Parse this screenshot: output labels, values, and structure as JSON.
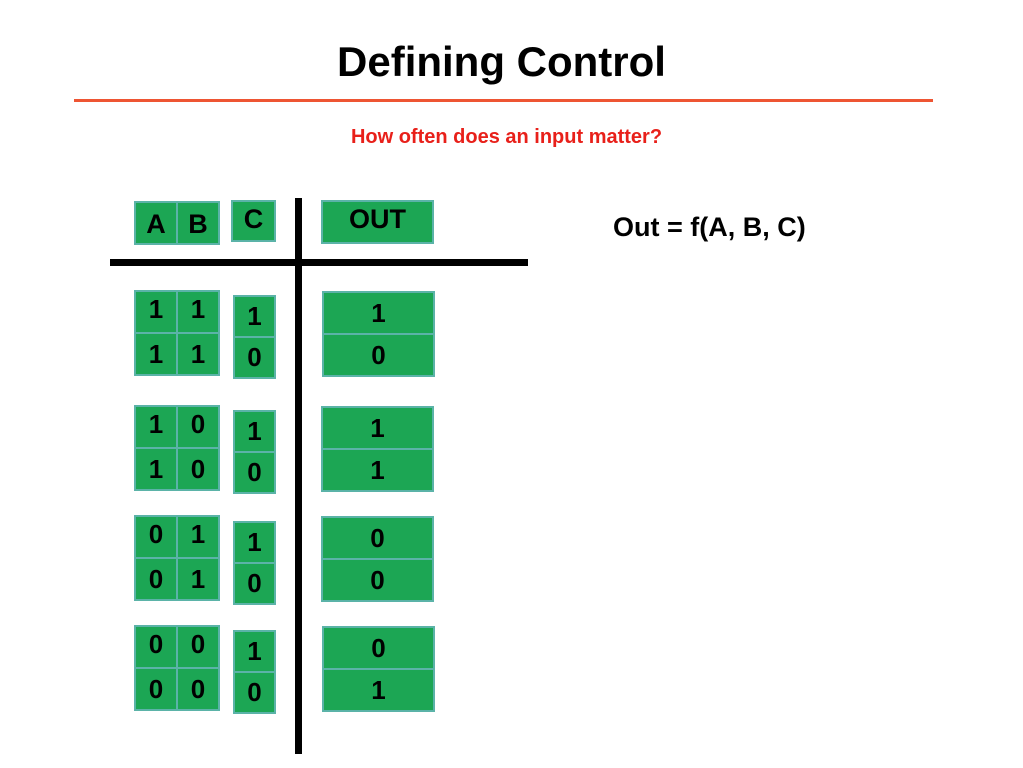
{
  "slide": {
    "title": "Defining Control",
    "subtitle": "How often does an input matter?",
    "formula": "Out = f(A, B, C)"
  },
  "headers": {
    "a": "A",
    "b": "B",
    "c": "C",
    "out": "OUT"
  },
  "groups": [
    {
      "rows": [
        {
          "a": "1",
          "b": "1",
          "c": "1",
          "out": "1"
        },
        {
          "a": "1",
          "b": "1",
          "c": "0",
          "out": "0"
        }
      ]
    },
    {
      "rows": [
        {
          "a": "1",
          "b": "0",
          "c": "1",
          "out": "1"
        },
        {
          "a": "1",
          "b": "0",
          "c": "0",
          "out": "1"
        }
      ]
    },
    {
      "rows": [
        {
          "a": "0",
          "b": "1",
          "c": "1",
          "out": "0"
        },
        {
          "a": "0",
          "b": "1",
          "c": "0",
          "out": "0"
        }
      ]
    },
    {
      "rows": [
        {
          "a": "0",
          "b": "0",
          "c": "1",
          "out": "0"
        },
        {
          "a": "0",
          "b": "0",
          "c": "0",
          "out": "1"
        }
      ]
    }
  ]
}
